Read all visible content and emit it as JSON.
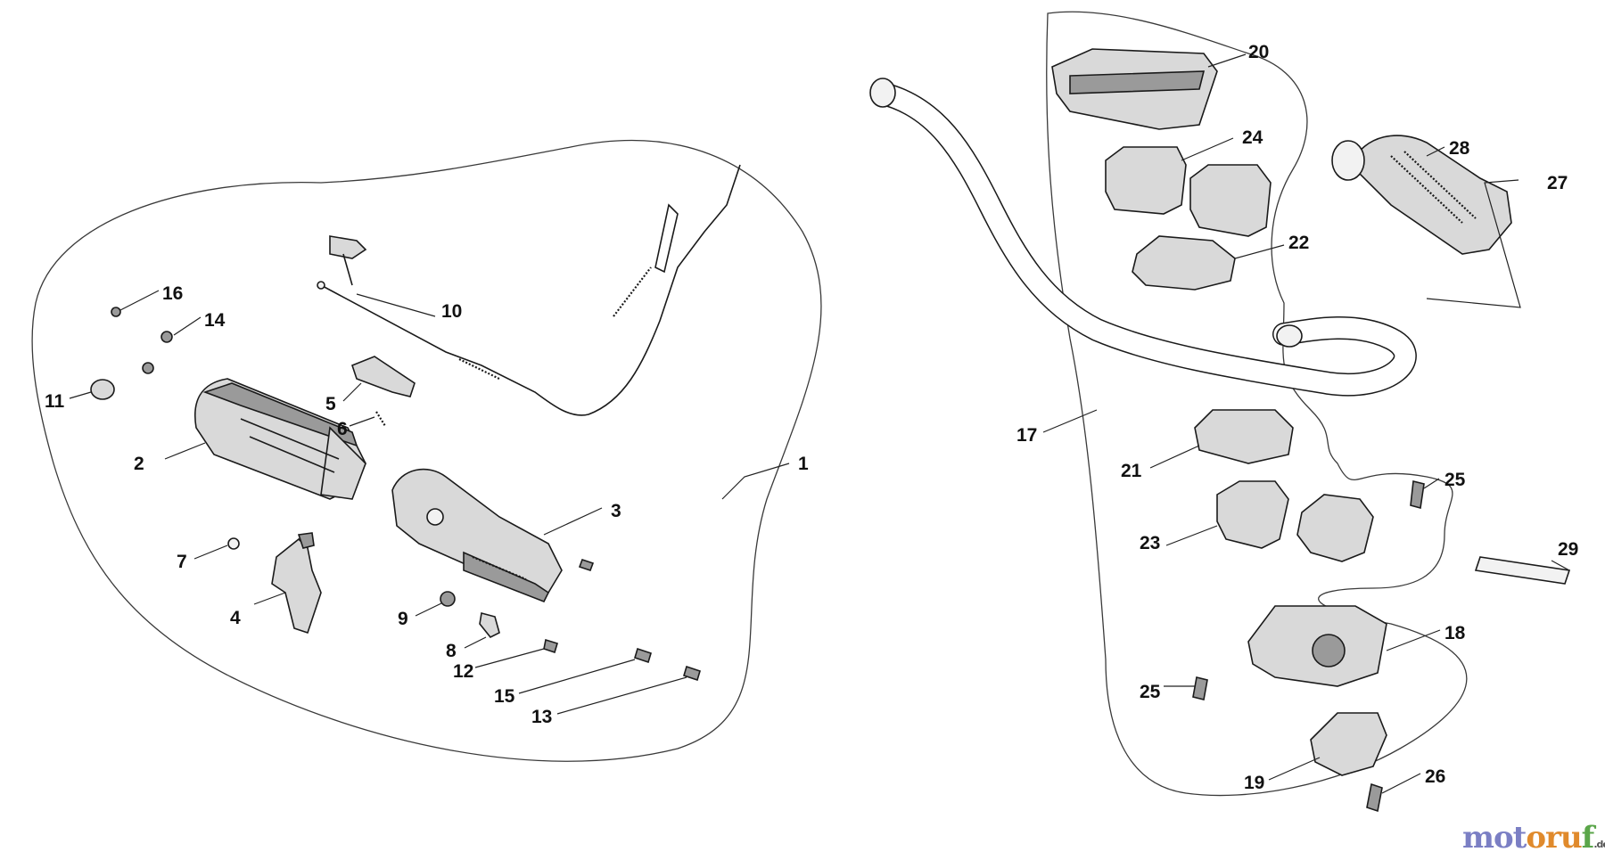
{
  "callouts": {
    "c1": "1",
    "c2": "2",
    "c3": "3",
    "c4": "4",
    "c5": "5",
    "c6": "6",
    "c7": "7",
    "c8": "8",
    "c9": "9",
    "c10": "10",
    "c11": "11",
    "c12": "12",
    "c13": "13",
    "c14": "14",
    "c15": "15",
    "c16": "16",
    "c17": "17",
    "c18": "18",
    "c19": "19",
    "c20": "20",
    "c21": "21",
    "c22": "22",
    "c23": "23",
    "c24": "24",
    "c25a": "25",
    "c25b": "25",
    "c26": "26",
    "c27": "27",
    "c28": "28",
    "c29": "29"
  },
  "watermark": {
    "part1": "mot",
    "part2": "oru",
    "part3": "f",
    "domain": ".de"
  }
}
